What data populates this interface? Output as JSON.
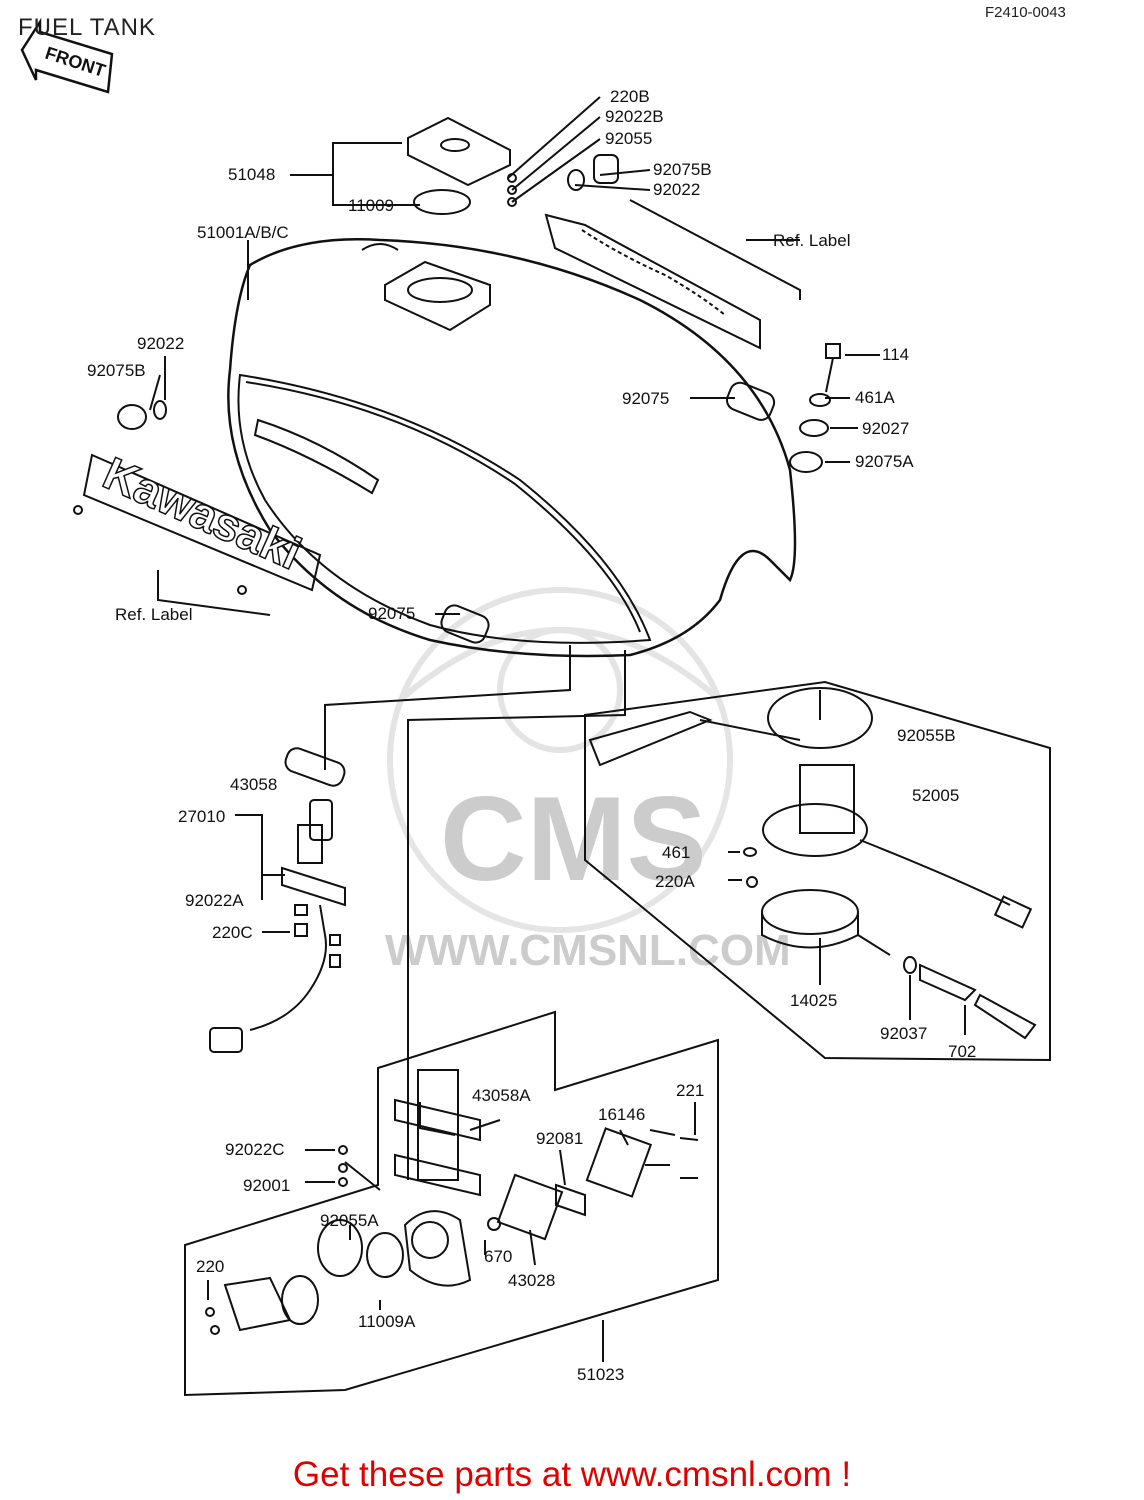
{
  "title": "FUEL TANK",
  "diagram_code": "F2410-0043",
  "front_arrow_label": "FRONT",
  "footer_text": "Get these parts at www.cmsnl.com !",
  "watermark": {
    "brand": "CMS",
    "url": "WWW.CMSNL.COM"
  },
  "emblem_text": "Kawasaki",
  "parts": {
    "p220B": "220B",
    "p92022B": "92022B",
    "p92055": "92055",
    "p92075B_top": "92075B",
    "p92022_top": "92022",
    "p51048": "51048",
    "p11009": "11009",
    "p51001": "51001A/B/C",
    "ref_label_top": "Ref. Label",
    "p92022_left": "92022",
    "p92075B_left": "92075B",
    "p114": "114",
    "p461A": "461A",
    "p92027": "92027",
    "p92075A": "92075A",
    "p92075_right": "92075",
    "ref_label_left": "Ref. Label",
    "p92075_bottom": "92075",
    "p43058": "43058",
    "p27010": "27010",
    "p92022A": "92022A",
    "p220C": "220C",
    "p92055B": "92055B",
    "p52005": "52005",
    "p461": "461",
    "p220A": "220A",
    "p14025": "14025",
    "p92037": "92037",
    "p702": "702",
    "p43058A": "43058A",
    "p221": "221",
    "p16146": "16146",
    "p92081": "92081",
    "p92022C": "92022C",
    "p92001": "92001",
    "p92055A": "92055A",
    "p220": "220",
    "p670": "670",
    "p43028": "43028",
    "p11009A": "11009A",
    "p51023": "51023"
  }
}
